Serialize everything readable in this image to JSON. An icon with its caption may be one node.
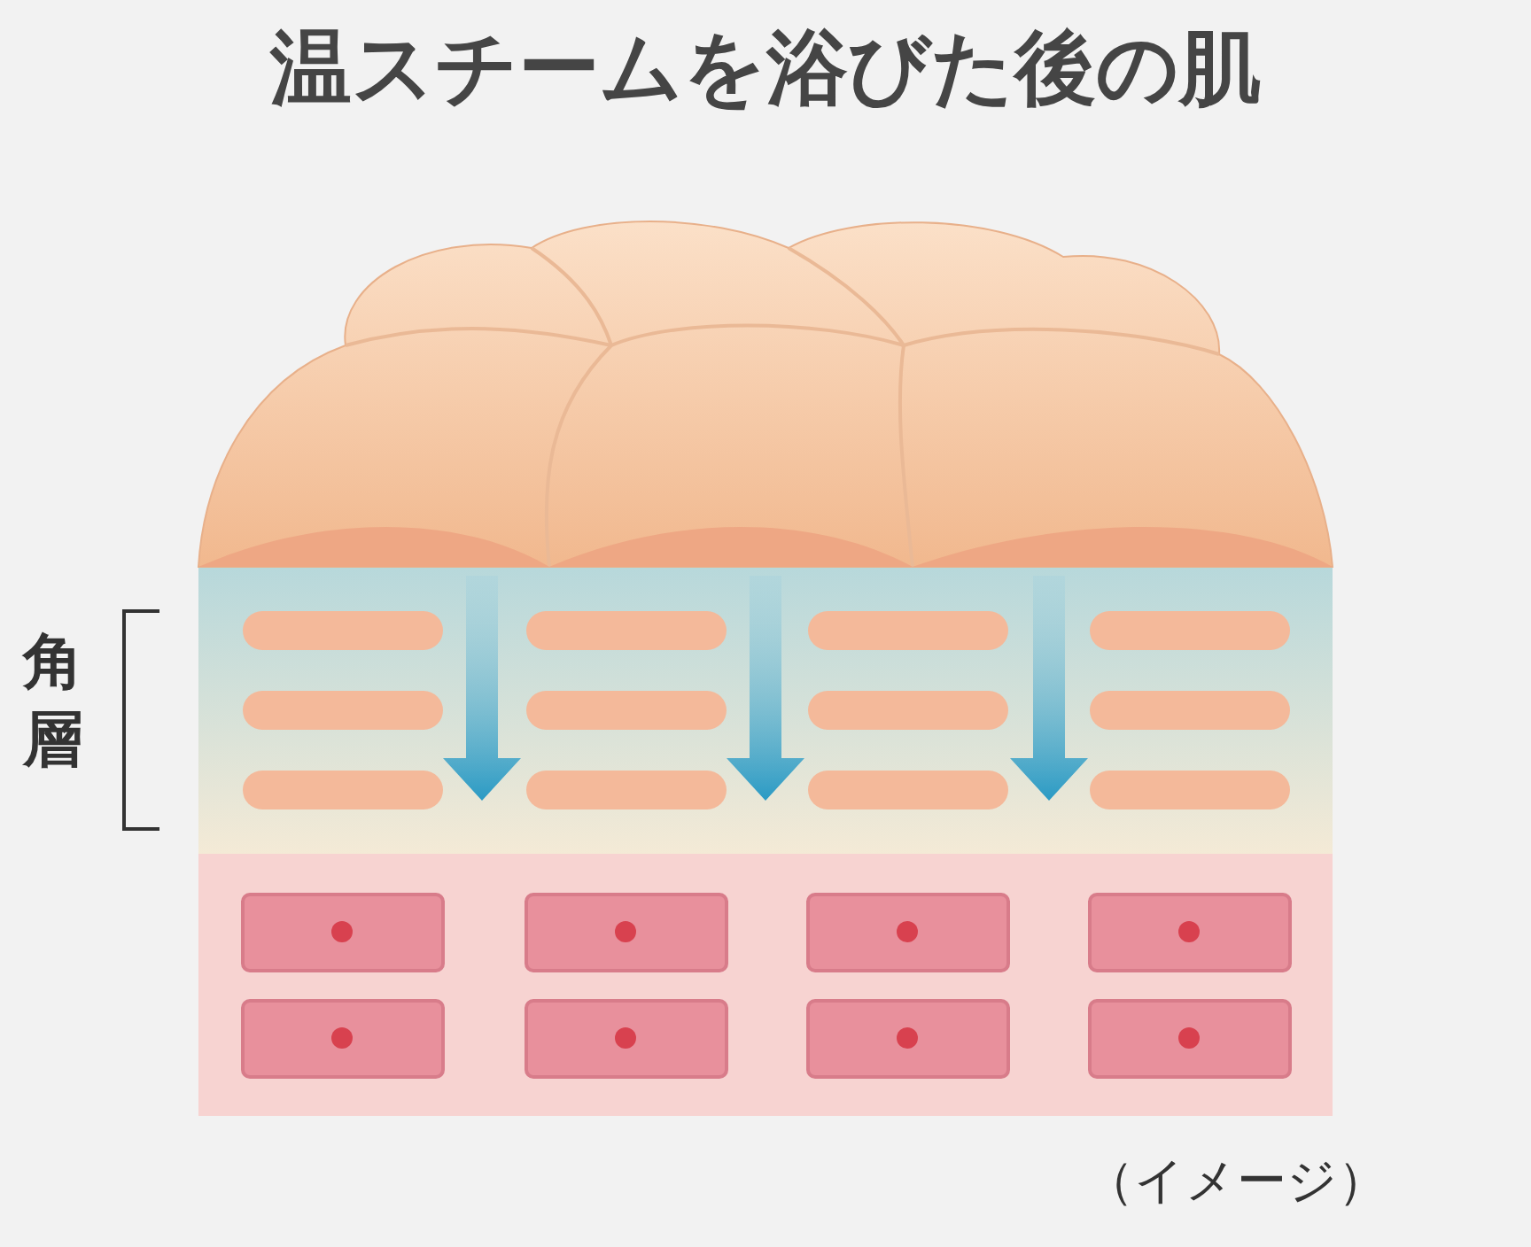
{
  "diagram": {
    "title": "温スチームを浴びた後の肌",
    "labels": [
      "角層",
      "（イメージ）"
    ]
  }
}
